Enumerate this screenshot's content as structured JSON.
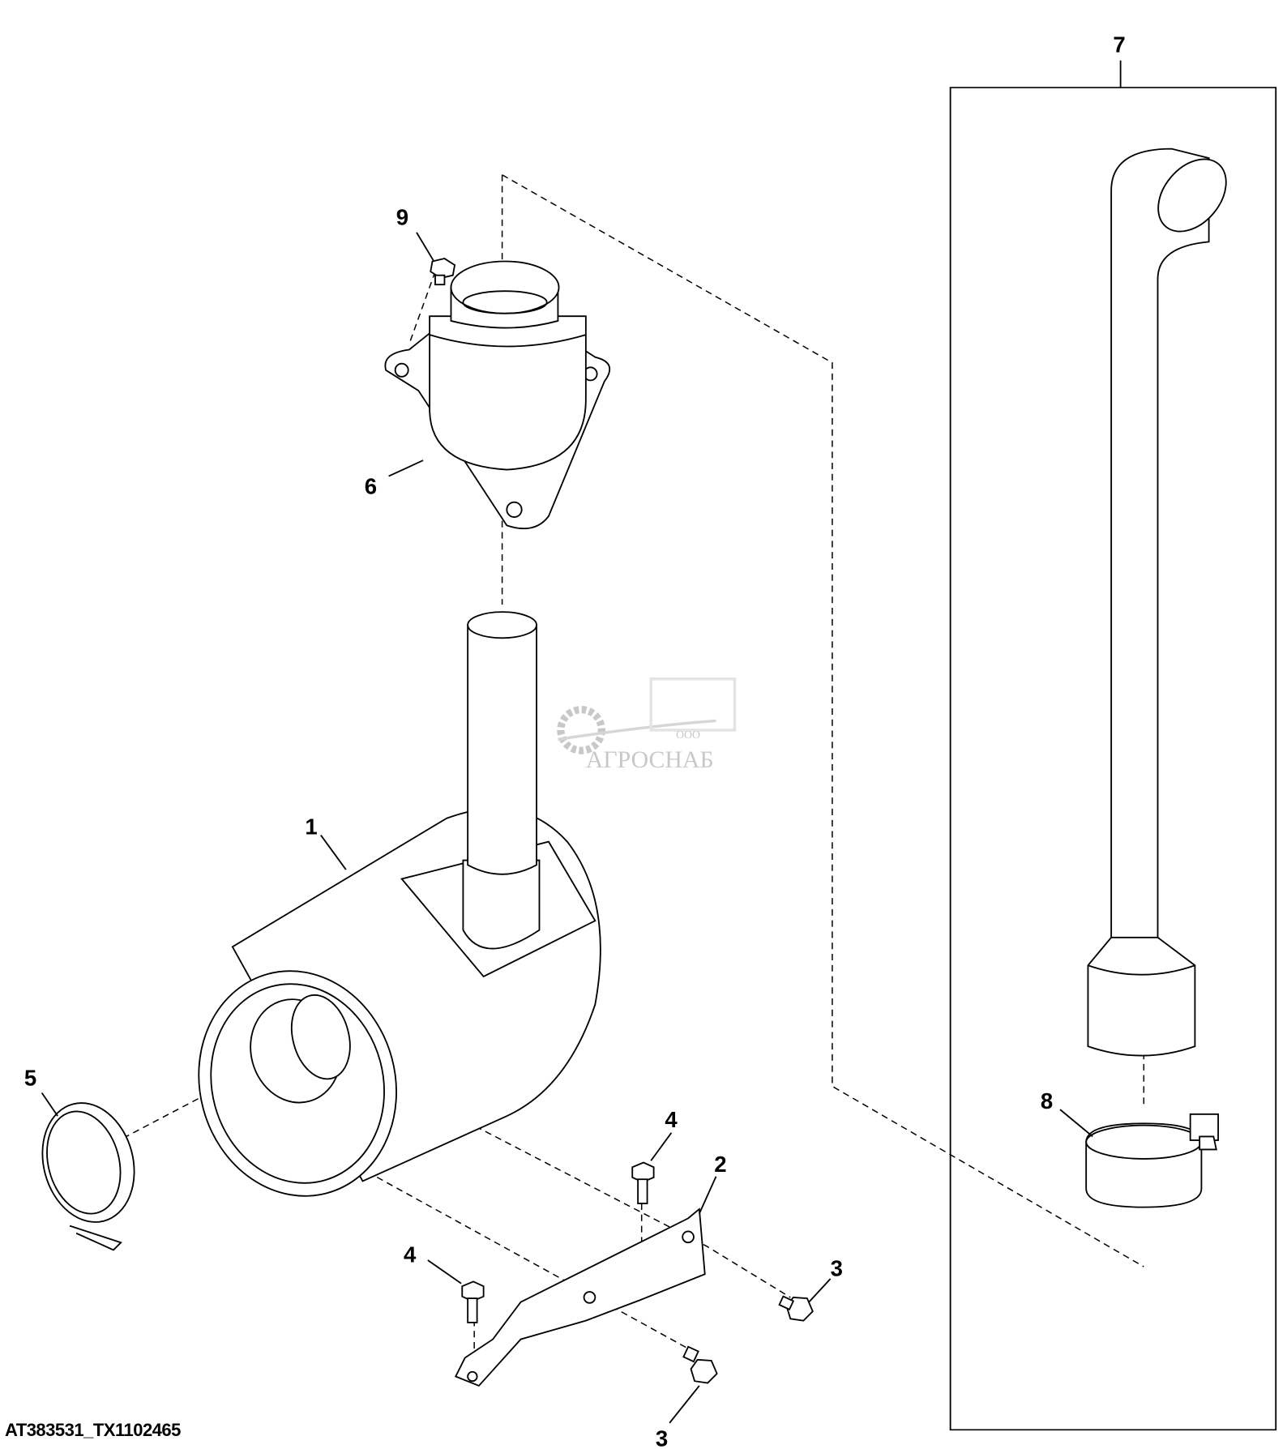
{
  "callouts": {
    "c1": "1",
    "c2": "2",
    "c3a": "3",
    "c3b": "3",
    "c4a": "4",
    "c4b": "4",
    "c5": "5",
    "c6": "6",
    "c7": "7",
    "c8": "8",
    "c9": "9"
  },
  "watermark": {
    "prefix": "ООО",
    "name": "АГРОСНАБ"
  },
  "figure_id": "AT383531_TX1102465"
}
